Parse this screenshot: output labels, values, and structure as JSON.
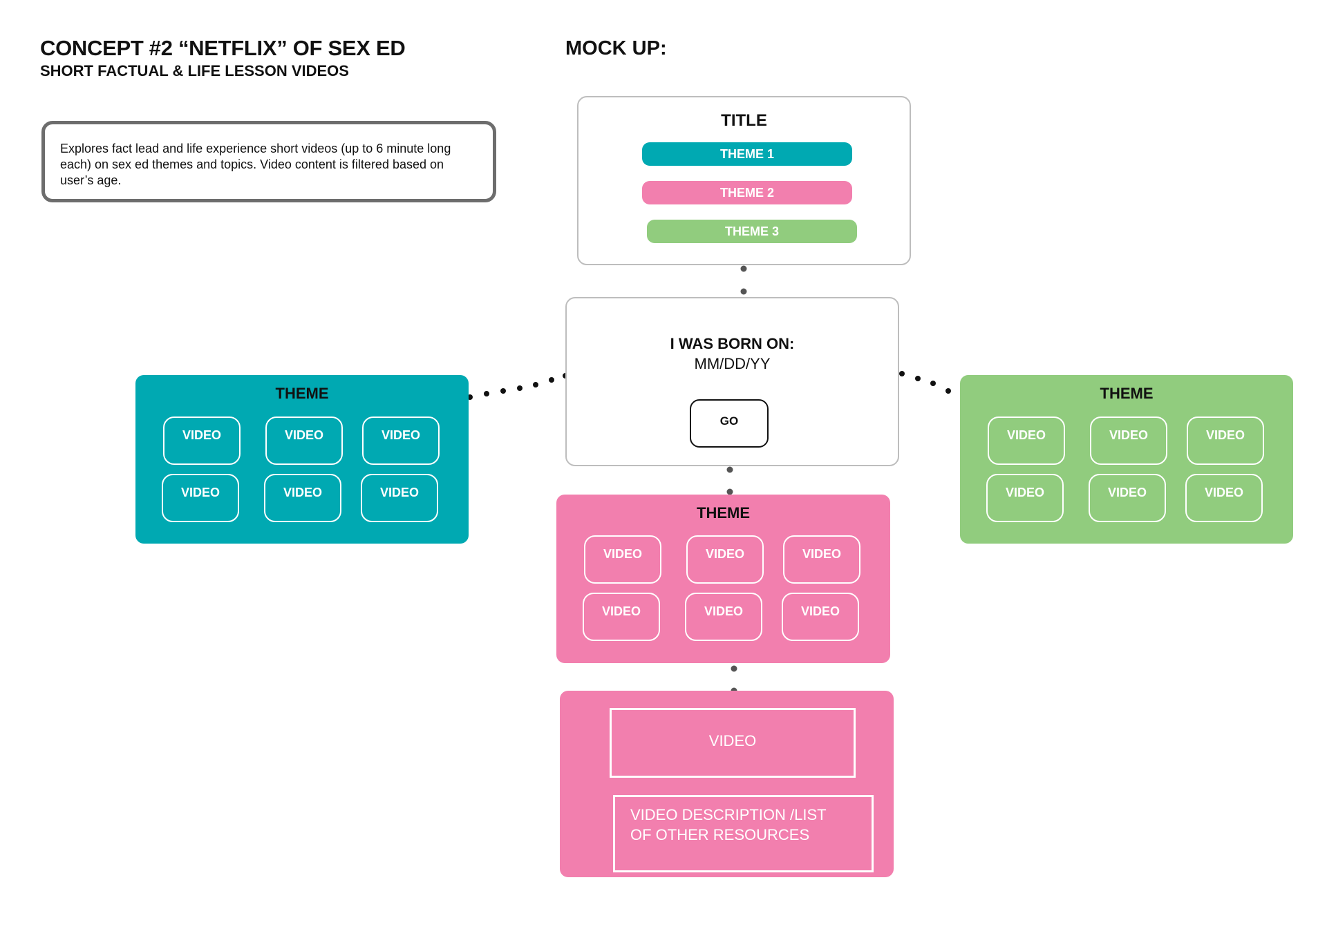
{
  "header": {
    "title": "CONCEPT #2 “NETFLIX” OF SEX ED",
    "subtitle": "SHORT FACTUAL & LIFE LESSON VIDEOS",
    "mockup_heading": "MOCK UP:"
  },
  "description": "Explores fact lead and life experience short videos (up to 6 minute long each) on sex ed themes and topics. Video content is filtered based on user’s age.",
  "title_screen": {
    "title": "TITLE",
    "themes": [
      {
        "label": "THEME 1",
        "color": "#00a9b2"
      },
      {
        "label": "THEME 2",
        "color": "#f27fae"
      },
      {
        "label": "THEME 3",
        "color": "#91cc7e"
      }
    ]
  },
  "birth_screen": {
    "label": "I WAS BORN ON:",
    "format": "MM/DD/YY",
    "go_label": "GO"
  },
  "theme_panels": {
    "teal": {
      "title": "THEME",
      "color": "#00a9b2",
      "videos": [
        "VIDEO",
        "VIDEO",
        "VIDEO",
        "VIDEO",
        "VIDEO",
        "VIDEO"
      ]
    },
    "green": {
      "title": "THEME",
      "color": "#91cc7e",
      "videos": [
        "VIDEO",
        "VIDEO",
        "VIDEO",
        "VIDEO",
        "VIDEO",
        "VIDEO"
      ]
    },
    "pink": {
      "title": "THEME",
      "color": "#f27fae",
      "videos": [
        "VIDEO",
        "VIDEO",
        "VIDEO",
        "VIDEO",
        "VIDEO",
        "VIDEO"
      ]
    }
  },
  "video_detail": {
    "player_label": "VIDEO",
    "description_line1": "VIDEO DESCRIPTION /LIST",
    "description_line2": "OF  OTHER RESOURCES",
    "color": "#f27fae"
  },
  "connector_color": "#111111"
}
